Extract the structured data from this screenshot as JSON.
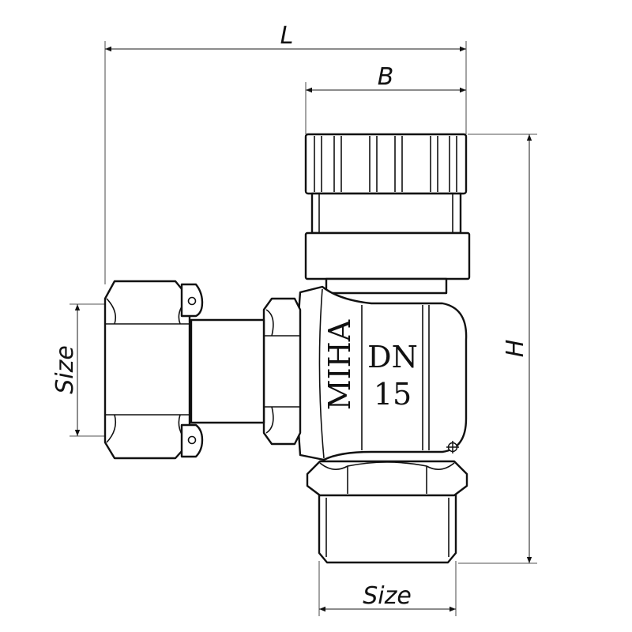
{
  "dimensions": {
    "length": "L",
    "width": "B",
    "height": "H",
    "side_size": "Size",
    "bottom_size": "Size"
  },
  "body_marking": {
    "brand": "MIHA",
    "nominal_diameter_label": "DN",
    "nominal_diameter_value": "15"
  },
  "icons": [
    "arrow-head-icon",
    "crosshair-icon"
  ]
}
